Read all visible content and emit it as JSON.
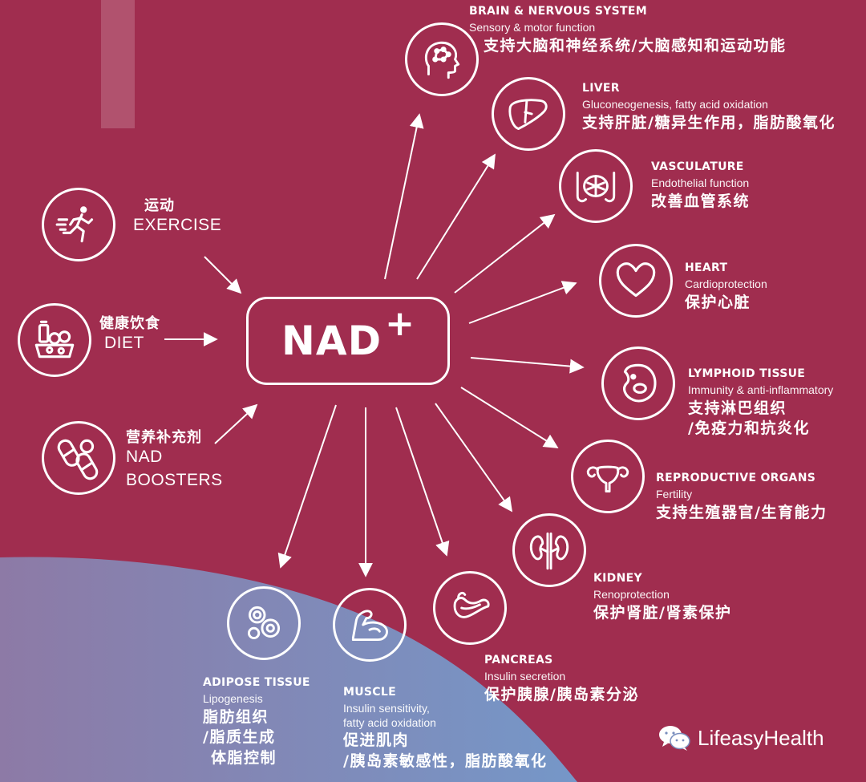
{
  "center": {
    "label": "NAD",
    "superscript": "+"
  },
  "inputs": [
    {
      "zh": "运动",
      "en": "EXERCISE",
      "icon": "exercise-icon"
    },
    {
      "zh": "健康饮食",
      "en": "DIET",
      "icon": "diet-icon"
    },
    {
      "zh": "营养补充剂",
      "en_line1": "NAD",
      "en_line2": "BOOSTERS",
      "icon": "pills-icon"
    }
  ],
  "outputs": {
    "brain": {
      "title": "BRAIN & NERVOUS SYSTEM",
      "sub": "Sensory & motor function",
      "zh": "支持大脑和神经系统/大脑感知和运动功能",
      "icon": "brain-head-icon"
    },
    "liver": {
      "title": "LIVER",
      "sub": "Gluconeogenesis, fatty acid oxidation",
      "zh": "支持肝脏/糖异生作用，脂肪酸氧化",
      "icon": "liver-icon"
    },
    "vasculature": {
      "title": "VASCULATURE",
      "sub": "Endothelial function",
      "zh": "改善血管系统",
      "icon": "vessel-icon"
    },
    "heart": {
      "title": "HEART",
      "sub": "Cardioprotection",
      "zh": "保护心脏",
      "icon": "heart-icon"
    },
    "lymphoid": {
      "title": "LYMPHOID TISSUE",
      "sub": "Immunity & anti-inflammatory",
      "zh_line1": "支持淋巴组织",
      "zh_line2": "/免疫力和抗炎化",
      "icon": "lymph-node-icon"
    },
    "reproductive": {
      "title": "REPRODUCTIVE ORGANS",
      "sub": "Fertility",
      "zh": "支持生殖器官/生育能力",
      "icon": "uterus-icon"
    },
    "kidney": {
      "title": "KIDNEY",
      "sub": "Renoprotection",
      "zh": "保护肾脏/肾素保护",
      "icon": "kidney-icon"
    },
    "pancreas": {
      "title": "PANCREAS",
      "sub": "Insulin secretion",
      "zh": "保护胰腺/胰岛素分泌",
      "icon": "pancreas-icon"
    },
    "muscle": {
      "title": "MUSCLE",
      "sub_line1": "Insulin sensitivity,",
      "sub_line2": "fatty acid oxidation",
      "zh_line1": "促进肌肉",
      "zh_line2": "/胰岛素敏感性，脂肪酸氧化",
      "icon": "muscle-arm-icon"
    },
    "adipose": {
      "title": "ADIPOSE TISSUE",
      "sub": "Lipogenesis",
      "zh_line1": "脂肪组织",
      "zh_line2": "/脂质生成",
      "zh_line3": "体脂控制",
      "icon": "fat-cells-icon"
    }
  },
  "brand": {
    "name": "LifeasyHealth",
    "icon": "wechat-icon"
  },
  "colors": {
    "background": "#a02d4f",
    "wave_start": "#8a7ba8",
    "wave_end": "#7a99c4",
    "foreground": "#ffffff"
  }
}
